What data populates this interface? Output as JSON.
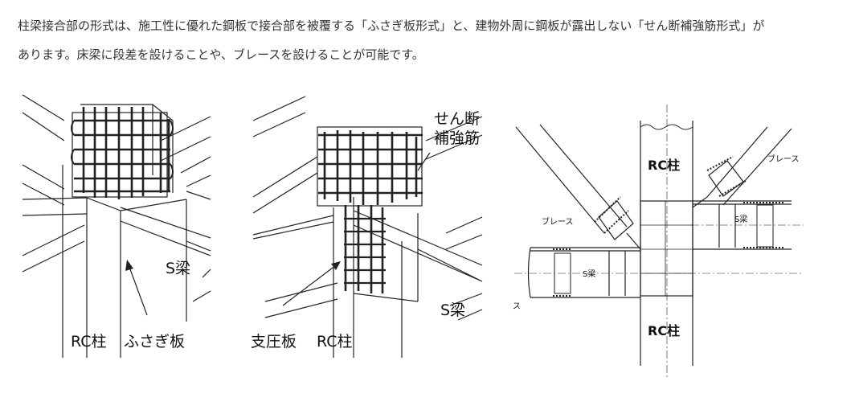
{
  "intro": {
    "line1": "柱梁接合部の形式は、施工性に優れた鋼板で接合部を被覆する「ふさぎ板形式」と、建物外周に鋼板が露出しない「せん断補強筋形式」が",
    "line2": "あります。床梁に段差を設けることや、ブレースを設けることが可能です。"
  },
  "diagram1": {
    "label_beam": "S梁",
    "label_column": "RC柱",
    "label_plate": "ふさぎ板"
  },
  "diagram2": {
    "label_rebar_line1": "せん断",
    "label_rebar_line2": "補強筋",
    "label_beam": "S梁",
    "label_plate": "支圧板",
    "label_column": "RC柱"
  },
  "diagram3": {
    "label_column_top": "RC柱",
    "label_column_bottom": "RC柱",
    "label_brace_left": "ブレース",
    "label_brace_right": "ブレース",
    "label_beam_left": "S梁",
    "label_beam_right": "S梁",
    "label_edge": "ス"
  }
}
